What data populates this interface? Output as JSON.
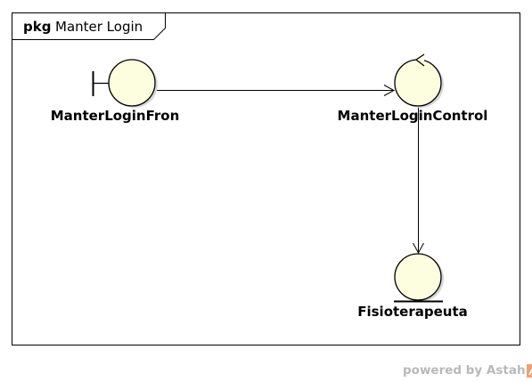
{
  "package": {
    "keyword": "pkg",
    "name": "Manter Login"
  },
  "nodes": {
    "boundary": {
      "label": "ManterLoginFron",
      "stereotype": "boundary"
    },
    "control": {
      "label": "ManterLoginControl",
      "stereotype": "control"
    },
    "entity": {
      "label": "Fisioterapeuta",
      "stereotype": "entity"
    }
  },
  "edges": [
    {
      "from": "ManterLoginFron",
      "to": "ManterLoginControl",
      "style": "open-arrow"
    },
    {
      "from": "ManterLoginControl",
      "to": "Fisioterapeuta",
      "style": "open-arrow"
    }
  ],
  "watermark": {
    "text": "powered by Astah",
    "logo_icon": "astah-logo-icon"
  },
  "colors": {
    "node_fill": "#fdfde0",
    "node_shadow": "#d8d8d8",
    "stroke": "#000000",
    "watermark_text": "#b9b9b9",
    "watermark_logo": "#f0a070"
  }
}
